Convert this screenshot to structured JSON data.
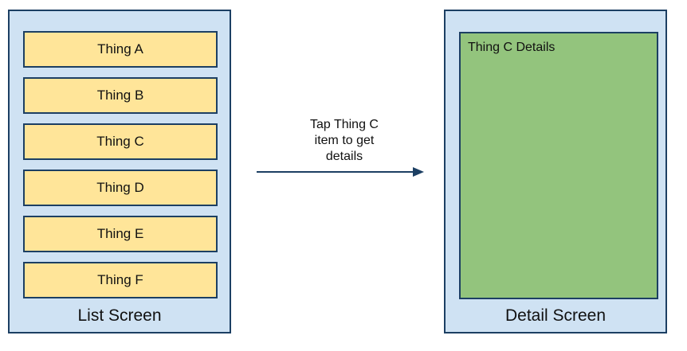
{
  "list_screen": {
    "label": "List Screen",
    "items": [
      {
        "label": "Thing A"
      },
      {
        "label": "Thing B"
      },
      {
        "label": "Thing C"
      },
      {
        "label": "Thing D"
      },
      {
        "label": "Thing E"
      },
      {
        "label": "Thing F"
      }
    ]
  },
  "transition": {
    "caption_lines": [
      "Tap Thing C",
      "item to get",
      "details"
    ]
  },
  "detail_screen": {
    "label": "Detail Screen",
    "title": "Thing C Details"
  },
  "colors": {
    "screen_bg": "#cfe2f3",
    "item_bg": "#ffe599",
    "detail_bg": "#93c47d",
    "border": "#1c3f63"
  }
}
